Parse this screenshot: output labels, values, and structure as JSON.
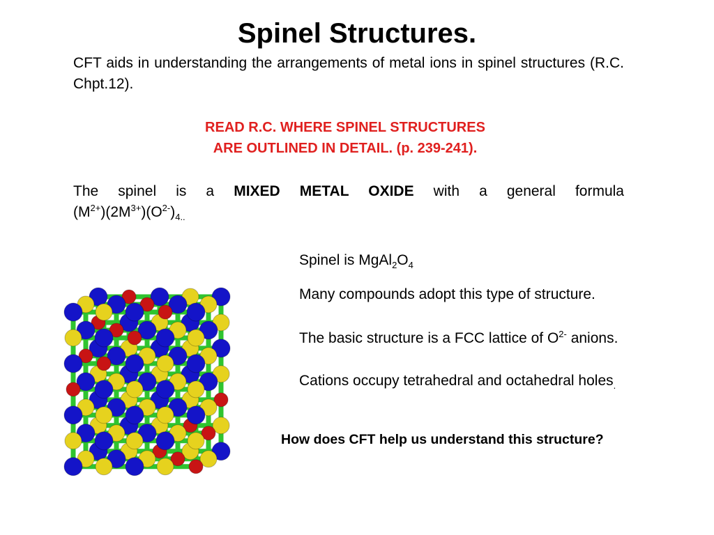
{
  "title": "Spinel Structures.",
  "intro": {
    "text": "CFT aids in understanding the arrangements of metal ions in spinel structures (R.C. Chpt.12)."
  },
  "notice": {
    "line1": "READ R.C. WHERE SPINEL STRUCTURES",
    "line2": "ARE OUTLINED IN DETAIL. (p. 239-241)."
  },
  "formula_para": {
    "lead": "The spinel is a",
    "bold": "MIXED METAL OXIDE",
    "tail": "with a general formula",
    "f_open1": "(M",
    "f_sup1": "2+",
    "f_mid1": ")(2M",
    "f_sup2": "3+",
    "f_mid2": ")(O",
    "f_sup3": "2-",
    "f_close": ")",
    "f_sub": "4.."
  },
  "spinel_line": {
    "prefix": "Spinel is MgAl",
    "sub1": "2",
    "mid": "O",
    "sub2": "4"
  },
  "compounds_line": "Many compounds adopt this type of structure.",
  "fcc_line": {
    "prefix": "The basic structure is a FCC lattice of O",
    "sup": "2-",
    "suffix": " anions."
  },
  "cations_line": {
    "text": "Cations occupy tetrahedral and octahedral holes",
    "sub": "."
  },
  "question": "How does CFT help us understand this structure?",
  "colors": {
    "notice": "#e0201f",
    "bond": "#2fc42f",
    "oxygen_atom": "#1414c8",
    "octahedral_atom": "#e6d21e",
    "tetrahedral_atom": "#c81414"
  }
}
